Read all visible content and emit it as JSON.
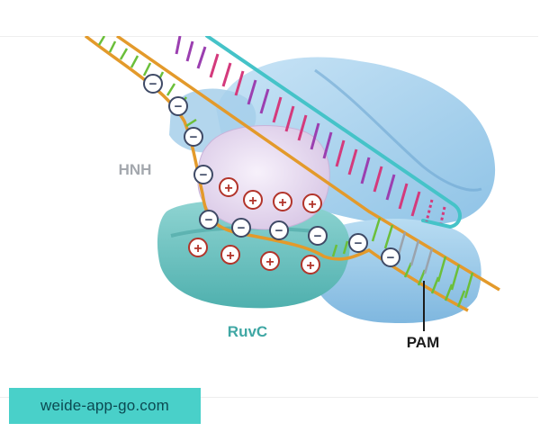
{
  "labels": {
    "hnh": "HNH",
    "ruvc": "RuvC",
    "pam": "PAM"
  },
  "charges": {
    "negative": "−",
    "positive": "+"
  },
  "colors": {
    "hnh_domain": "#e8ddf0",
    "ruvc_domain": "#7cc8c6",
    "protein_body": "#a9d3ee",
    "backbone": "#e39a2b",
    "rna_strand": "#45c3c8",
    "base_purple": "#9b3fb0",
    "base_magenta": "#d43a7c",
    "base_green": "#6bbf3a",
    "positive_charge": "#b2342a",
    "negative_charge": "#3f4a66",
    "footer_bg": "#49d0c9"
  },
  "footer": {
    "text": "weide-app-go.com"
  }
}
